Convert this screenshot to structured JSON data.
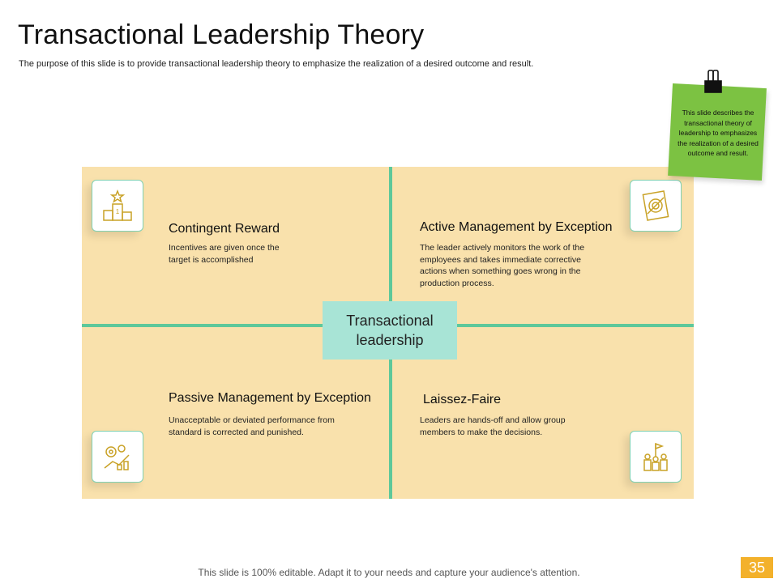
{
  "slide": {
    "title": "Transactional Leadership Theory",
    "subtitle": "The purpose of this slide is to provide transactional leadership theory to emphasize the realization of a desired outcome and result.",
    "center_line1": "Transactional",
    "center_line2": "leadership",
    "quadrants": [
      {
        "title": "Contingent Reward",
        "desc": "Incentives are given once the target is accomplished",
        "icon": "podium-icon"
      },
      {
        "title": "Active Management by Exception",
        "desc": "The leader actively monitors the work of the employees and takes immediate corrective actions when something goes wrong in the production process.",
        "icon": "monitoring-target-icon"
      },
      {
        "title": "Passive Management by Exception",
        "desc": "Unacceptable or deviated performance from standard is corrected and punished.",
        "icon": "gears-chart-icon"
      },
      {
        "title": "Laissez-Faire",
        "desc": "Leaders are hands-off and allow group members to make the decisions.",
        "icon": "team-flag-icon"
      }
    ],
    "podium_rank": "1",
    "note": "This slide describes the transactional theory of leadership to emphasizes the realization of a desired outcome and result.",
    "footer": "This slide is 100% editable. Adapt it to your needs and capture your audience's attention.",
    "page_number": "35"
  },
  "colors": {
    "quadrant_fill": "#f9e1ac",
    "divider": "#5ec89a",
    "center_fill": "#a8e4d6",
    "icon_stroke": "#c9a227",
    "note_fill": "#7cc242",
    "page_badge": "#f3b12b"
  }
}
